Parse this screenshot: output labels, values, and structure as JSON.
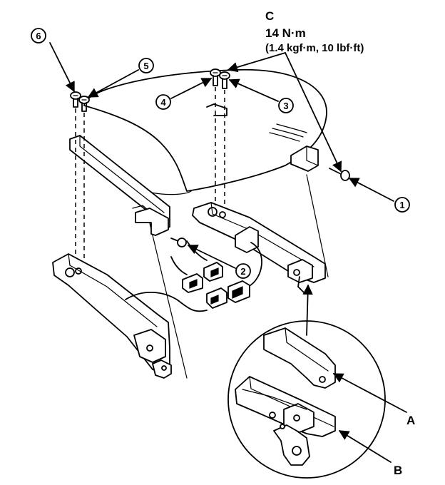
{
  "callout_numbers": [
    "1",
    "2",
    "3",
    "4",
    "5",
    "6"
  ],
  "letters": {
    "a": "A",
    "b": "B",
    "c": "C"
  },
  "torque": {
    "line1": "14 N·m",
    "line2": "(1.4 kgf·m, 10 lbf·ft)"
  }
}
